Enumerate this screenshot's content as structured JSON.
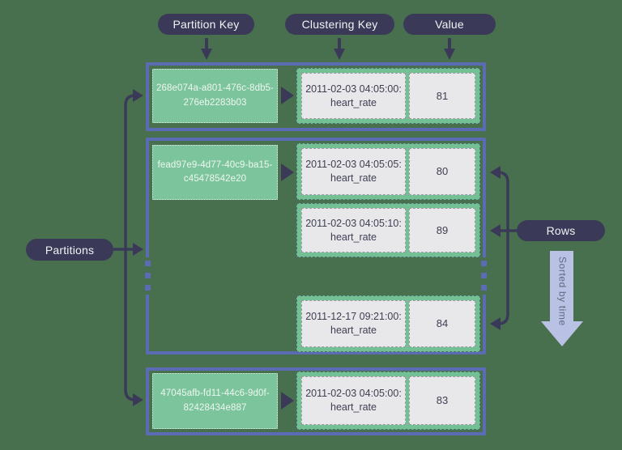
{
  "labels": {
    "partition_key": "Partition Key",
    "clustering_key": "Clustering Key",
    "value": "Value",
    "partitions": "Partitions",
    "rows": "Rows",
    "sorted_by_time": "Sorted by time"
  },
  "partitions": [
    {
      "key": "268e074a-a801-476c-8db5-276eb2283b03",
      "key_lines": [
        "268e074a-a801-476c-8db5-",
        "276eb2283b03"
      ],
      "rows": [
        {
          "timestamp": "2011-02-03 04:05:00:",
          "metric": "heart_rate",
          "value": "81"
        }
      ]
    },
    {
      "key": "fead97e9-4d77-40c9-ba15-c45478542e20",
      "key_lines": [
        "fead97e9-4d77-40c9-ba15-",
        "c45478542e20"
      ],
      "truncated": true,
      "rows": [
        {
          "timestamp": "2011-02-03 04:05:05:",
          "metric": "heart_rate",
          "value": "80"
        },
        {
          "timestamp": "2011-02-03 04:05:10:",
          "metric": "heart_rate",
          "value": "89"
        },
        {
          "timestamp": "2011-12-17 09:21:00:",
          "metric": "heart_rate",
          "value": "84"
        }
      ]
    },
    {
      "key": "47045afb-fd11-44c6-9d0f-82428434e887",
      "key_lines": [
        "47045afb-fd11-44c6-9d0f-",
        "82428434e887"
      ],
      "rows": [
        {
          "timestamp": "2011-02-03 04:05:00:",
          "metric": "heart_rate",
          "value": "83"
        }
      ]
    }
  ],
  "colors": {
    "background": "#48704f",
    "pill_fill": "#3a3a58",
    "pill_text": "#f2f2f5",
    "partition_border": "#5b6cb4",
    "key_fill": "#7cc59c",
    "key_text": "#eef6f0",
    "row_border": "#74c095",
    "cell_fill": "#e8e8eb",
    "cell_text": "#3e3e52",
    "arrow": "#3a3a58",
    "sorted_arrow_fill": "#b9c2e4",
    "sorted_arrow_text": "#63677f"
  }
}
